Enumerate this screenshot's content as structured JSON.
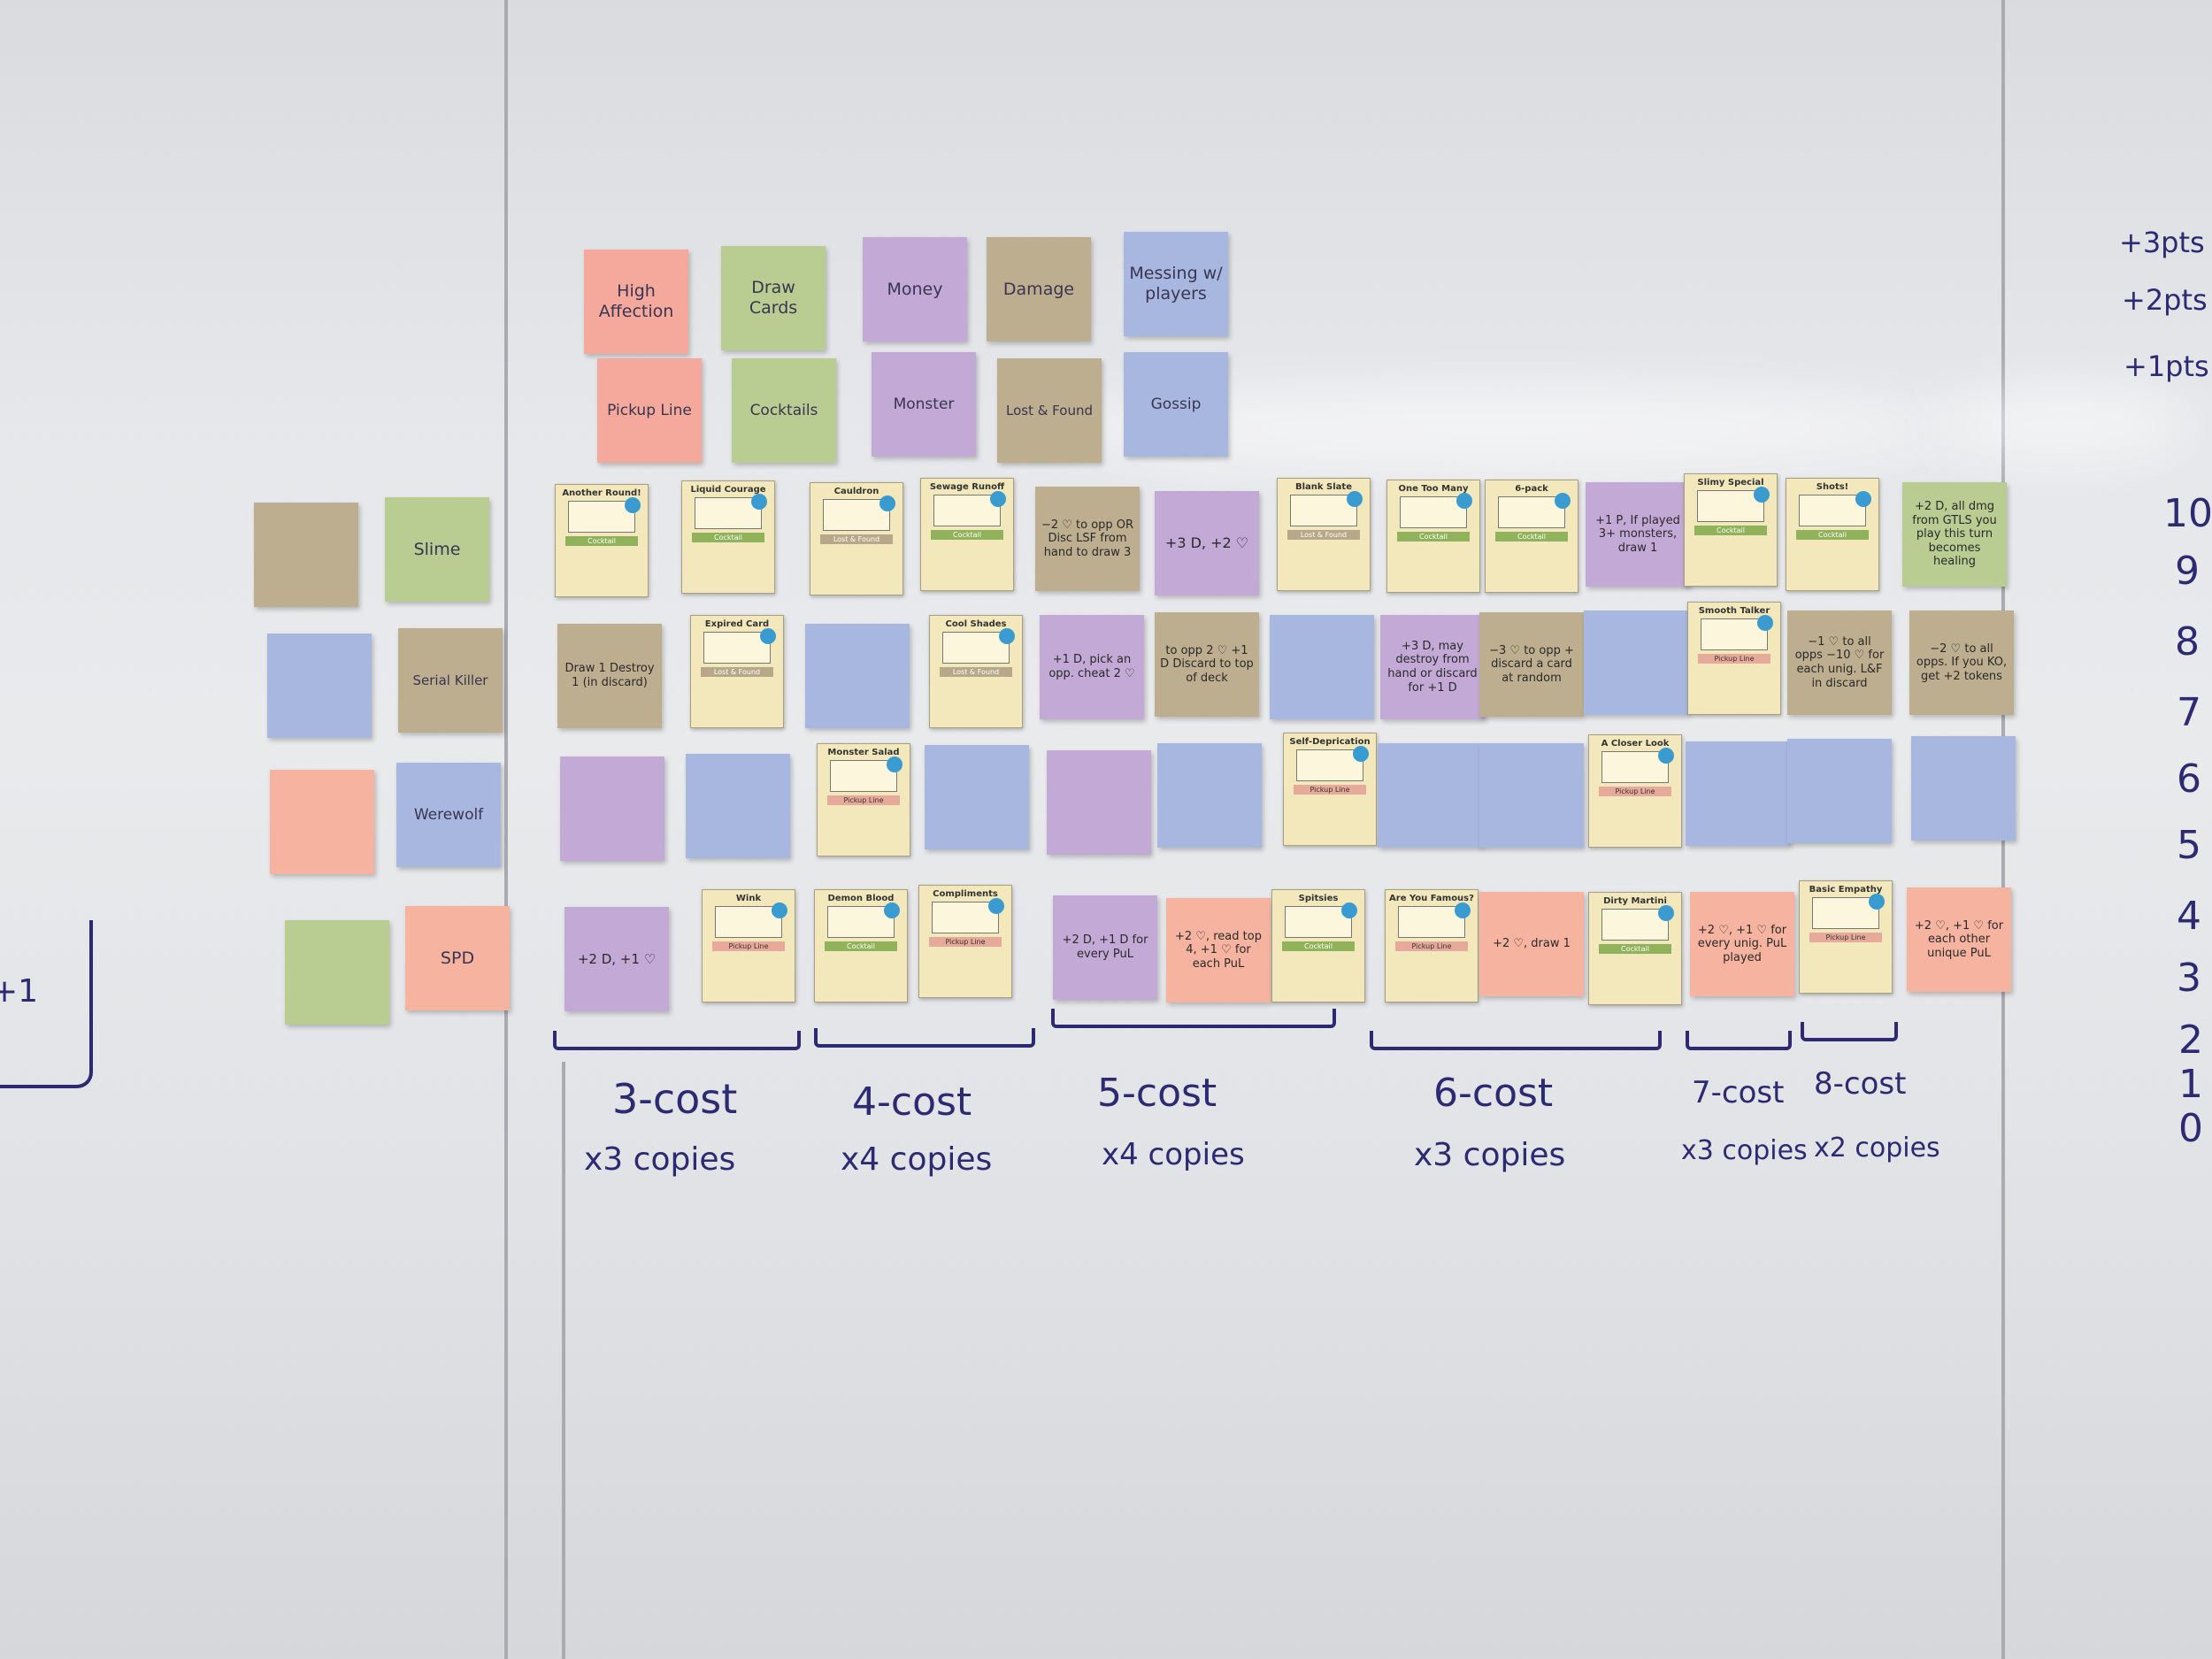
{
  "categories_top": [
    "High Affection",
    "Draw Cards",
    "Money",
    "Damage",
    "Messing w/ players"
  ],
  "categories_bottom": [
    "Pickup Line",
    "Cocktails",
    "Monster",
    "Lost & Found",
    "Gossip"
  ],
  "monsters": [
    "Slime",
    "Serial Killer",
    "Werewolf",
    "SPD"
  ],
  "cards": {
    "another_round": "Another Round!",
    "liquid_courage": "Liquid Courage",
    "cauldron": "Cauldron",
    "sewage_runoff": "Sewage Runoff",
    "blank_slate": "Blank Slate",
    "one_too_many": "One Too Many",
    "six_pack": "6-pack",
    "slimy_special": "Slimy Special",
    "shots": "Shots!",
    "expired_card": "Expired Card",
    "cool_shades": "Cool Shades",
    "smooth_talker": "Smooth Talker",
    "monster_salad": "Monster Salad",
    "self_deprecation": "Self-Deprication",
    "a_closer_look": "A Closer Look",
    "wink": "Wink",
    "demon_blood": "Demon Blood",
    "compliments": "Compliments",
    "spitsies": "Spitsies",
    "are_you_famous": "Are You Famous?",
    "dirty_martini": "Dirty Martini",
    "basic_empathy": "Basic Empathy"
  },
  "bands": {
    "cocktail": "Cocktail",
    "lost": "Lost & Found",
    "pickup": "Pickup Line"
  },
  "notes": {
    "n1": "−2 ♡ to opp OR Disc LSF from hand to draw 3",
    "n2": "+3 D, +2 ♡",
    "n3": "+1 P, If played 3+ monsters, draw 1",
    "n4": "+2 D, all dmg from GTLS you play this turn becomes healing",
    "n5": "Draw 1 Destroy 1 (in discard)",
    "n6": "+1 D, pick an opp. cheat 2 ♡",
    "n7": "to opp 2 ♡ +1 D Discard to top of deck",
    "n8": "+3 D, may destroy from hand or discard for +1 D",
    "n9": "−3 ♡ to opp + discard a card at random",
    "n10": "−1 ♡ to all opps −10 ♡ for each unig. L&F in discard",
    "n11": "−2 ♡ to all opps. If you KO, get +2 tokens",
    "n12": "+2 D, +1 ♡",
    "n13": "+2 D, +1 D for every PuL",
    "n14": "+2 ♡, read top 4, +1 ♡ for each PuL",
    "n15": "+2 ♡, draw 1",
    "n16": "+2 ♡, +1 ♡ for every unig. PuL played",
    "n17": "+2 ♡, +1 ♡ for each other unique PuL"
  },
  "costs": [
    {
      "cost": "3-cost",
      "copies": "x3 copies"
    },
    {
      "cost": "4-cost",
      "copies": "x4 copies"
    },
    {
      "cost": "5-cost",
      "copies": "x4 copies"
    },
    {
      "cost": "6-cost",
      "copies": "x3 copies"
    },
    {
      "cost": "7-cost",
      "copies": "x3 copies"
    },
    {
      "cost": "8-cost",
      "copies": "x2 copies"
    }
  ],
  "points": [
    "+3pts",
    "+2pts",
    "+1pts"
  ],
  "scale": [
    "10",
    "9",
    "8",
    "7",
    "6",
    "5",
    "4",
    "3",
    "2",
    "1",
    "0"
  ],
  "edge_text": "+1",
  "colors": {
    "marker": "#2c2a72",
    "pink": "#f4a99c",
    "green": "#b9cc91",
    "purple": "#c2a9d6",
    "tan": "#bcae8e",
    "blue": "#a8b7e0",
    "card": "#f2e8bc",
    "badge": "#3a9bd1"
  }
}
